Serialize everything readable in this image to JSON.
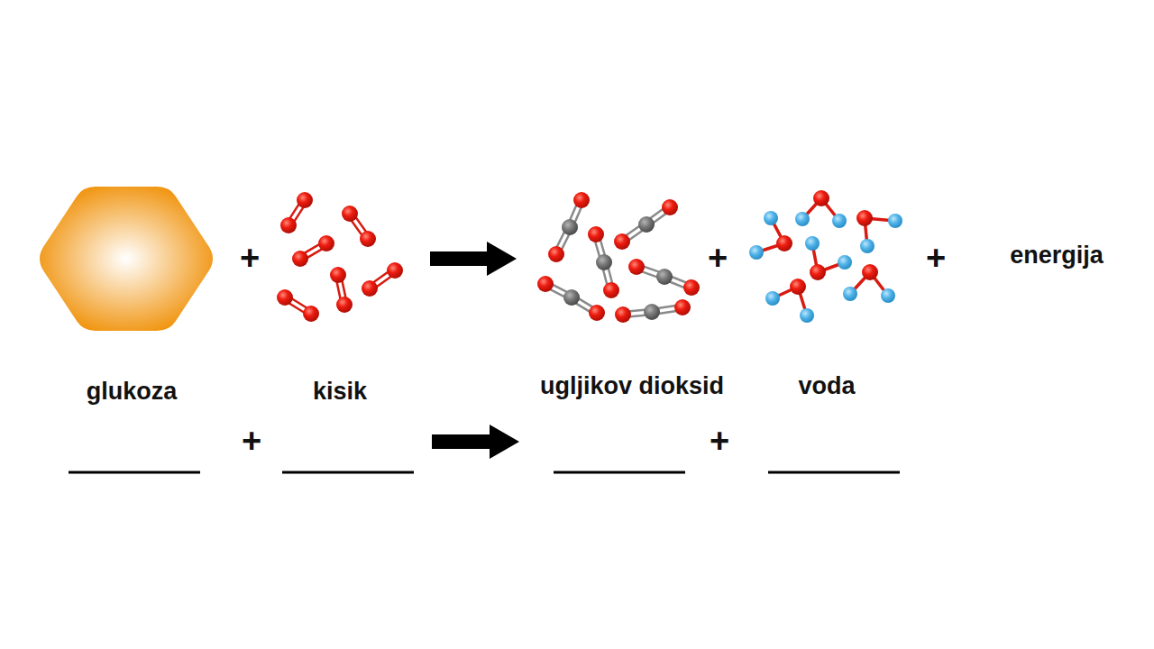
{
  "diagram": {
    "labels": [
      "+",
      "+",
      "+",
      "energija",
      "glukoza",
      "kisik",
      "ugljikov dioksid",
      "voda",
      "+",
      "+"
    ]
  }
}
